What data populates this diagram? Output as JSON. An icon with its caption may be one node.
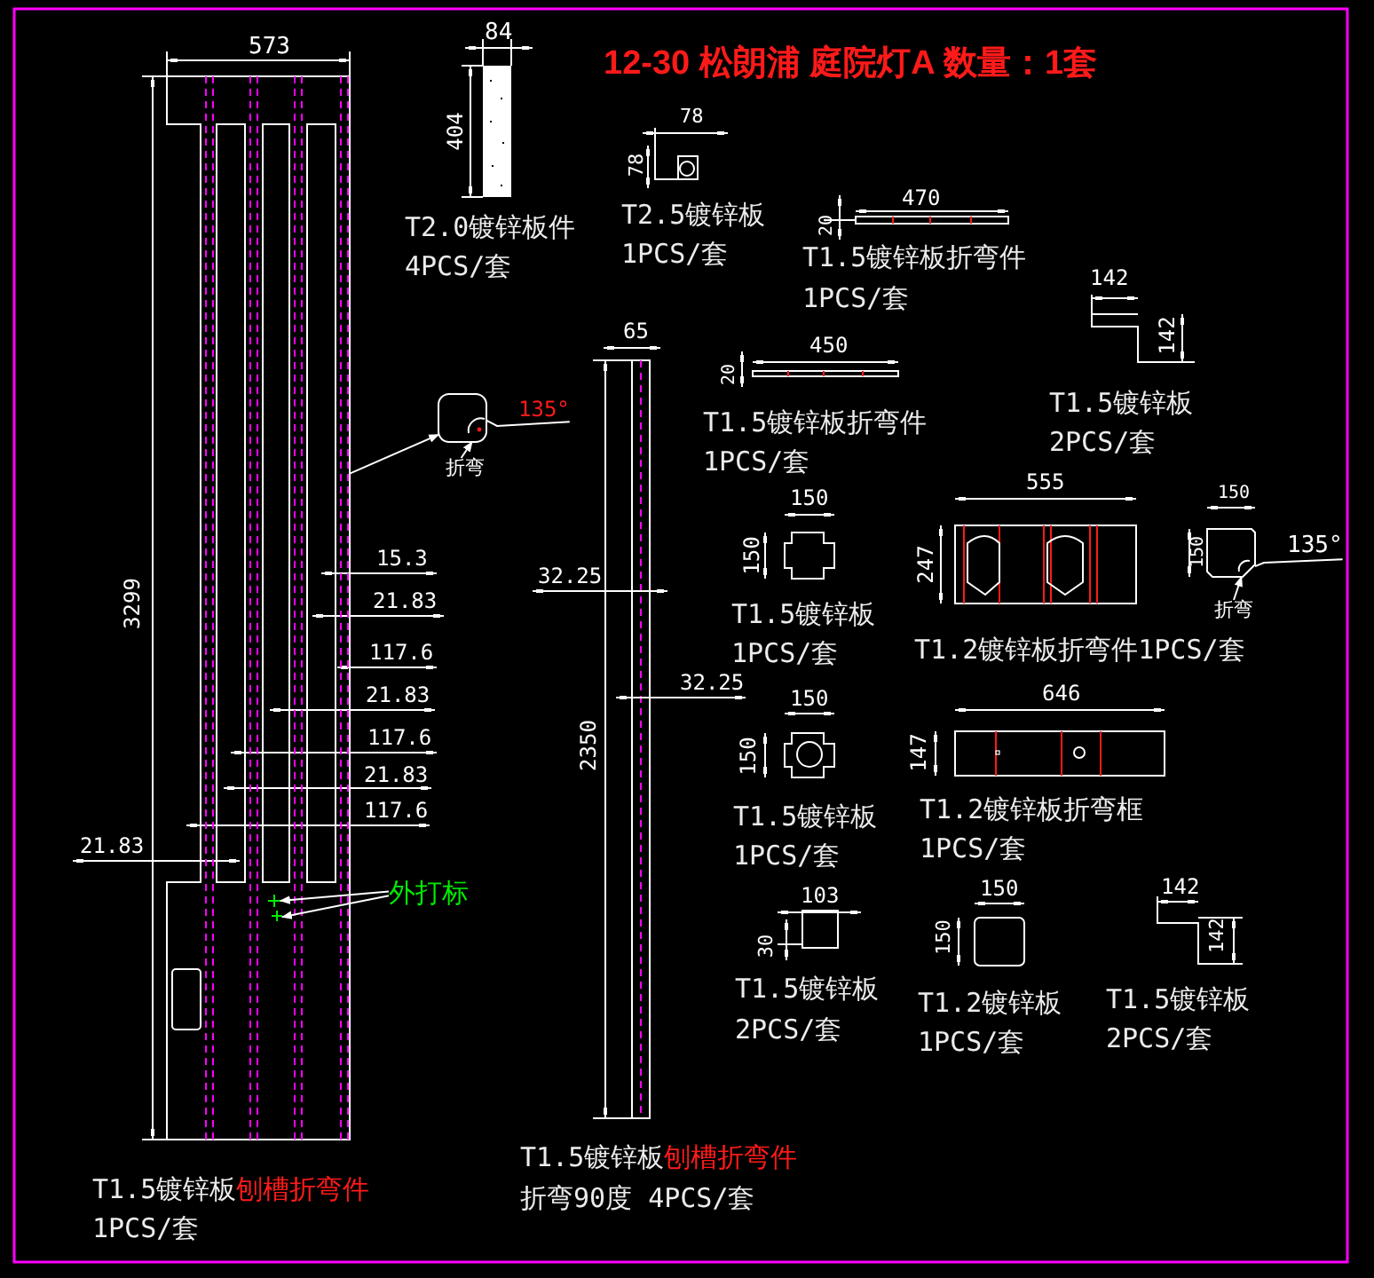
{
  "diagram": {
    "title": "12-30 松朗浦 庭院灯A 数量：1套",
    "nodes": [
      {
        "text": [
          "外打标"
        ]
      },
      {
        "text": [
          "折弯"
        ]
      },
      {
        "text": [
          "135°"
        ]
      },
      {
        "text": [
          "折弯"
        ]
      },
      {
        "text": [
          "135°"
        ]
      },
      {
        "text": [],
        "shape": "box"
      },
      {
        "text": [],
        "shape": "cross",
        "in": 8
      },
      {
        "text": [],
        "shape": "cross",
        "in": 8
      },
      {
        "text": [],
        "shape": "picture"
      },
      {
        "text": [],
        "shape": "picture"
      }
    ],
    "edges": [
      {
        "from": 0,
        "to": 6,
        "arrow": "to"
      },
      {
        "from": 0,
        "to": 7,
        "arrow": "to"
      },
      {
        "from": 1,
        "to": 5,
        "arrow": "to"
      },
      {
        "from": 2,
        "to": 5,
        "arrow": "none"
      },
      {
        "from": 3,
        "to": 9,
        "arrow": "to"
      },
      {
        "from": 4,
        "to": 9,
        "arrow": "none"
      },
      {
        "from": 8,
        "to": 5,
        "arrow": "to"
      }
    ],
    "labels": [
      "573",
      "84",
      "404",
      "T2.0镀锌板件",
      "4PCS/套",
      "78",
      "78",
      "T2.5镀锌板",
      "1PCS/套",
      "470",
      "20",
      "T1.5镀锌板折弯件",
      "1PCS/套",
      "142",
      "142",
      "65",
      "450",
      "20",
      "T1.5镀锌板折弯件",
      "1PCS/套",
      "T1.5镀锌板",
      "2PCS/套",
      "3299",
      "15.3",
      "21.83",
      "32.25",
      "150",
      "150",
      "555",
      "247",
      "150",
      "150",
      "117.6",
      "21.83",
      "T1.5镀锌板",
      "1PCS/套",
      "T1.2镀锌板折弯件1PCS/套",
      "117.6",
      "32.25",
      "150",
      "646",
      "21.83",
      "2350",
      "150",
      "147",
      "117.6",
      "21.83",
      "T1.5镀锌板",
      "T1.2镀锌板折弯框",
      "1PCS/套",
      "1PCS/套",
      "103",
      "30",
      "150",
      "150",
      "142",
      "142",
      "T1.5镀锌板",
      "T1.2镀锌板",
      "T1.5镀锌板",
      "2PCS/套",
      "1PCS/套",
      "2PCS/套",
      "T1.5镀锌板",
      "刨槽折弯件",
      "T1.5镀锌板",
      "刨槽折弯件",
      "折弯90度 4PCS/套",
      "1PCS/套"
    ]
  }
}
